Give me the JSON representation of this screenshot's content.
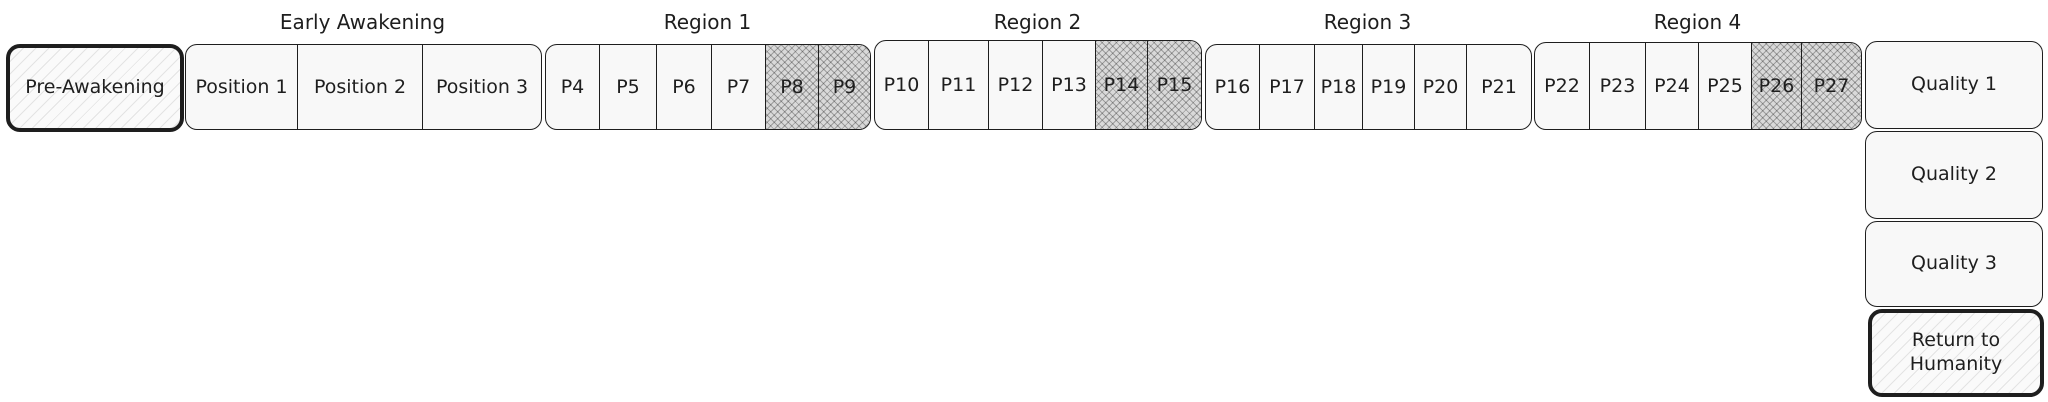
{
  "start_box": "Pre-Awakening",
  "early_awakening": {
    "label": "Early Awakening",
    "cells": [
      "Position 1",
      "Position 2",
      "Position 3"
    ]
  },
  "region1": {
    "label": "Region 1",
    "cells": [
      "P4",
      "P5",
      "P6",
      "P7",
      "P8",
      "P9"
    ]
  },
  "region2": {
    "label": "Region 2",
    "cells": [
      "P10",
      "P11",
      "P12",
      "P13",
      "P14",
      "P15"
    ]
  },
  "region3": {
    "label": "Region 3",
    "cells": [
      "P16",
      "P17",
      "P18",
      "P19",
      "P20",
      "P21"
    ]
  },
  "region4": {
    "label": "Region 4",
    "cells": [
      "P22",
      "P23",
      "P24",
      "P25",
      "P26",
      "P27"
    ]
  },
  "qualities": [
    "Quality 1",
    "Quality 2",
    "Quality 3"
  ],
  "end_box": "Return to Humanity",
  "shaded_cells": [
    "P8",
    "P9",
    "P14",
    "P15",
    "P26",
    "P27"
  ]
}
